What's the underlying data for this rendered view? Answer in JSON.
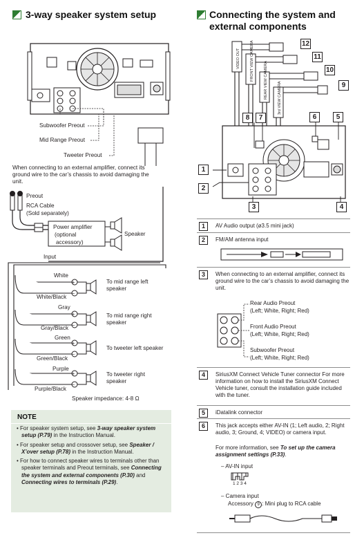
{
  "left": {
    "title": "3-way speaker system setup",
    "preout_labels": [
      "Subwoofer Preout",
      "Mid Range Preout",
      "Tweeter Preout"
    ],
    "amp_note": "When connecting to an external amplifier, connect its ground wire to the car’s chassis to avoid damaging the unit.",
    "preout": "Preout",
    "rca_cable": "RCA Cable",
    "sold_separately": "(Sold separately)",
    "power_amp": "Power amplifier",
    "optional": "(optional",
    "accessory": "accessory)",
    "speaker": "Speaker",
    "input": "Input",
    "wires": [
      {
        "top": "White",
        "bottom": "White/Black",
        "target": "To mid range left speaker"
      },
      {
        "top": "Gray",
        "bottom": "Gray/Black",
        "target": "To mid range right speaker"
      },
      {
        "top": "Green",
        "bottom": "Green/Black",
        "target": "To tweeter left speaker"
      },
      {
        "top": "Purple",
        "bottom": "Purple/Black",
        "target": "To tweeter right speaker"
      }
    ],
    "impedance": "Speaker impedance: 4-8 Ω",
    "note": {
      "title": "NOTE",
      "items": [
        {
          "pre": "For speaker system setup, see ",
          "bold": "3-way speaker system setup (P.79)",
          "post": " in the Instruction Manual."
        },
        {
          "pre": "For speaker setup and crossover setup, see ",
          "bold": "Speaker / X’over setup (P.78)",
          "post": " in the Instruction Manual."
        },
        {
          "pre": "For how to connect speaker wires to terminals other than speaker terminals and Preout terminals, see ",
          "bold": "Connecting the system and external components (P.30)",
          "mid": " and ",
          "bold2": "Connecting wires to terminals (P.29)",
          "post": "."
        }
      ]
    }
  },
  "right": {
    "title_line1": "Connecting the system and",
    "title_line2": "external components",
    "diagram_labels": {
      "video_out": "VIDEO OUT",
      "front_view": "FRONT VIEW CAMERA",
      "rear_view": "REAR VIEW CAMERA",
      "third_view": "3rd VIEW CAMERA"
    },
    "callouts": [
      "12",
      "11",
      "10",
      "9",
      "8",
      "7",
      "6",
      "5",
      "1",
      "2",
      "3",
      "4"
    ],
    "rows": [
      {
        "num": "1",
        "text": "AV Audio output (ø3.5 mini jack)"
      },
      {
        "num": "2",
        "text": "FM/AM antenna input"
      },
      {
        "num": "3",
        "text": "When connecting to an external amplifier, connect its ground wire to the car’s chassis to avoid damaging the unit.",
        "rear": "Rear Audio Preout",
        "rear_sub": "(Left; White, Right; Red)",
        "front": "Front Audio Preout",
        "front_sub": "(Left; White, Right; Red)",
        "sub": "Subwoofer Preout",
        "sub_sub": "(Left; White, Right; Red)"
      },
      {
        "num": "4",
        "text": "SiriusXM Connect Vehicle Tuner connector For more information on how to install the SiriusXM Connect Vehicle tuner, consult the installation guide included with the tuner."
      },
      {
        "num": "5",
        "text": "iDatalink connector"
      },
      {
        "num": "6",
        "text_a": "This jack accepts either AV-IN (1; Left audio, 2; Right audio, 3; Ground, 4; VIDEO) or camera input.",
        "text_b": "For more information, see ",
        "bold": "To set up the camera assignment settings (P.33)",
        "text_c": ".",
        "avin": "– AV-IN input",
        "pins": "1 2 3 4",
        "camera": "– Camera input",
        "accessory": "Accessory",
        "accessory_num": "9",
        "accessory_tail": ": Mini plug to RCA cable"
      }
    ]
  },
  "colors": {
    "accent": "#2e7d32",
    "note_bg": "#e4ece1",
    "text": "#231f20"
  }
}
